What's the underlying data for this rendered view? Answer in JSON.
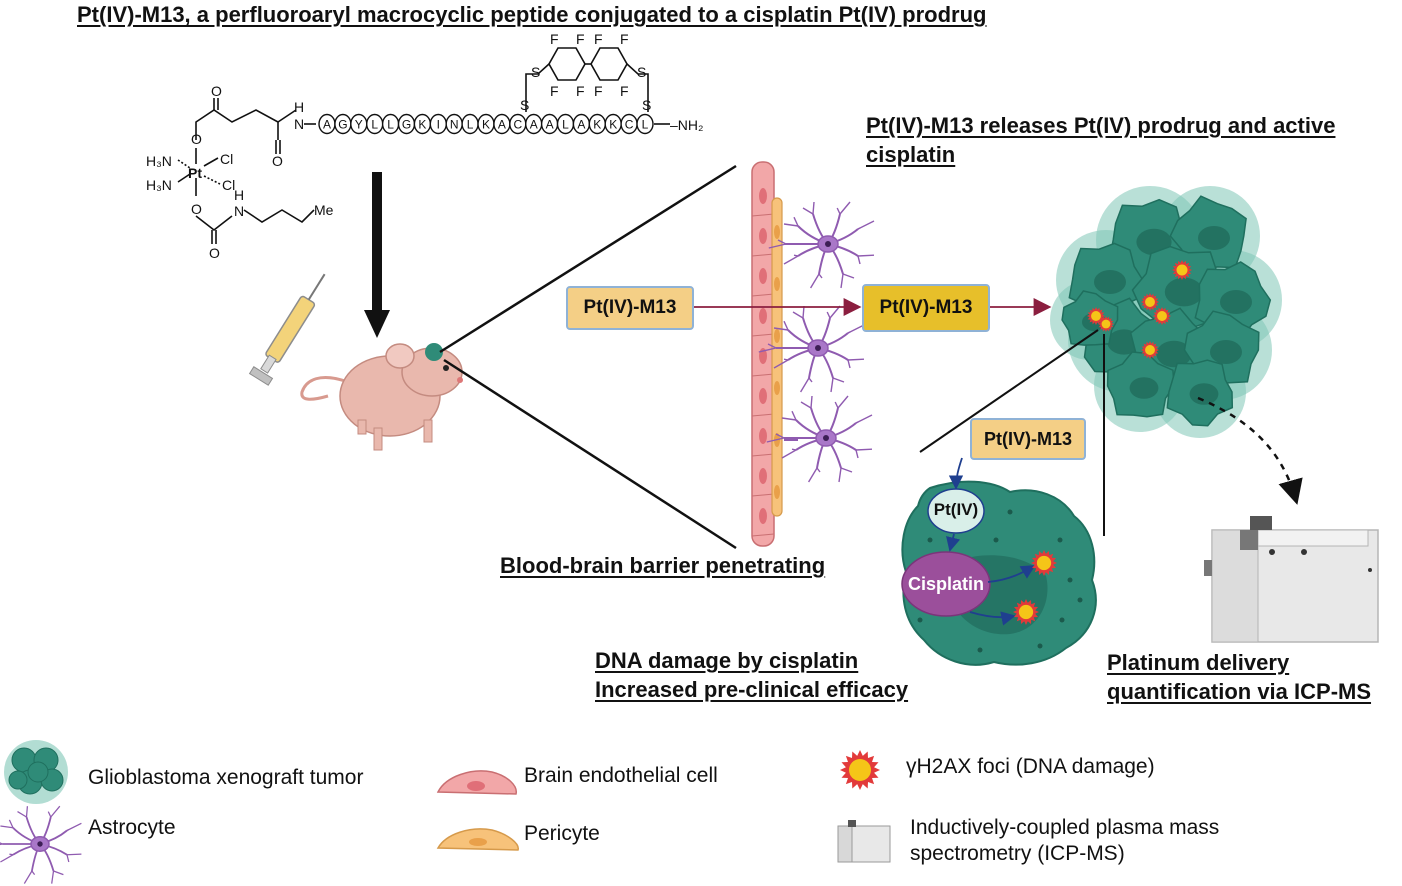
{
  "title": "Pt(IV)-M13, a perfluoroaryl macrocyclic peptide conjugated to a cisplatin Pt(IV) prodrug",
  "release_heading": [
    "Pt(IV)-M13 releases Pt(IV) prodrug and active",
    "cisplatin"
  ],
  "bbb_label": "Blood-brain barrier penetrating",
  "dna_label": [
    "DNA damage by cisplatin",
    "Increased pre-clinical efficacy"
  ],
  "platinum_label": [
    "Platinum delivery",
    "quantification via ICP-MS"
  ],
  "boxes": {
    "left": "Pt(IV)-M13",
    "right": "Pt(IV)-M13",
    "cell": "Pt(IV)-M13"
  },
  "cell_nodes": {
    "ptiv": "Pt(IV)",
    "cisplatin": "Cisplatin"
  },
  "peptide": {
    "residues": [
      "A",
      "G",
      "Y",
      "L",
      "L",
      "G",
      "K",
      "I",
      "N",
      "L",
      "K",
      "A",
      "C",
      "A",
      "A",
      "L",
      "A",
      "K",
      "K",
      "C",
      "L"
    ],
    "nh": "N",
    "nh_h": "H",
    "terminus": "–NH₂"
  },
  "chem_labels": {
    "h3n_top": "H₃N",
    "h3n_bottom": "H₃N",
    "pt": "Pt",
    "cl_top": "Cl",
    "cl_bottom": "Cl",
    "o": "O",
    "n": "N",
    "h": "H",
    "me": "Me",
    "s": "S",
    "f": "F"
  },
  "legend": {
    "tumor": "Glioblastoma xenograft tumor",
    "astrocyte": "Astrocyte",
    "endothelial": "Brain endothelial cell",
    "pericyte": "Pericyte",
    "foci": "γH2AX foci (DNA damage)",
    "icpms": [
      "Inductively-coupled plasma mass",
      "spectrometry (ICP-MS)"
    ]
  },
  "colors": {
    "box_light": "#f4cf86",
    "box_dark": "#e7bf2a",
    "box_border": "#8fb2d6",
    "arrow": "#8b1e3f",
    "tumor": "#2f8b78",
    "tumor_light": "#7fc7b6",
    "endothelial": "#f2a7a8",
    "pericyte": "#f7c27a",
    "astrocyte": "#8f5bb0",
    "cisplatin": "#9b4f9b",
    "mouse": "#e9b8ad"
  }
}
